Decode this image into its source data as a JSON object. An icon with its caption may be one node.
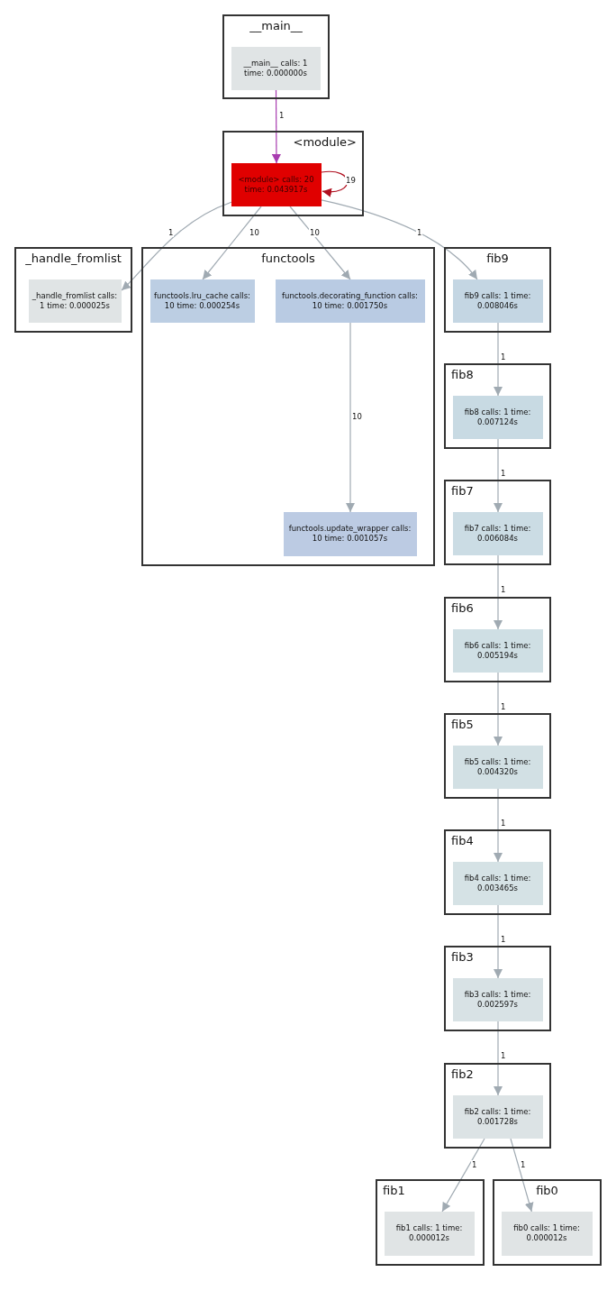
{
  "diagram": {
    "nodes": [
      {
        "text": [
          "__main__"
        ]
      },
      {
        "text": [
          "__main__ calls: 1 time: 0.000000s"
        ],
        "in": 0
      },
      {
        "text": [
          "<module>"
        ]
      },
      {
        "text": [
          "<module> calls: 20 time: 0.043917s"
        ],
        "in": 2
      },
      {
        "text": [
          "_handle_fromlist"
        ]
      },
      {
        "text": [
          "_handle_fromlist calls: 1 time: 0.000025s"
        ],
        "in": 4
      },
      {
        "text": [
          "functools"
        ]
      },
      {
        "text": [
          "functools.lru_cache calls: 10 time: 0.000254s"
        ],
        "in": 6
      },
      {
        "text": [
          "functools.decorating_function calls: 10 time: 0.001750s"
        ],
        "in": 6
      },
      {
        "text": [
          "functools.update_wrapper calls: 10 time: 0.001057s"
        ],
        "in": 6
      },
      {
        "text": [
          "fib9"
        ]
      },
      {
        "text": [
          "fib9 calls: 1 time: 0.008046s"
        ],
        "in": 10
      },
      {
        "text": [
          "fib8"
        ]
      },
      {
        "text": [
          "fib8 calls: 1 time: 0.007124s"
        ],
        "in": 12
      },
      {
        "text": [
          "fib7"
        ]
      },
      {
        "text": [
          "fib7 calls: 1 time: 0.006084s"
        ],
        "in": 14
      },
      {
        "text": [
          "fib6"
        ]
      },
      {
        "text": [
          "fib6 calls: 1 time: 0.005194s"
        ],
        "in": 16
      },
      {
        "text": [
          "fib5"
        ]
      },
      {
        "text": [
          "fib5 calls: 1 time: 0.004320s"
        ],
        "in": 18
      },
      {
        "text": [
          "fib4"
        ]
      },
      {
        "text": [
          "fib4 calls: 1 time: 0.003465s"
        ],
        "in": 20
      },
      {
        "text": [
          "fib3"
        ]
      },
      {
        "text": [
          "fib3 calls: 1 time: 0.002597s"
        ],
        "in": 22
      },
      {
        "text": [
          "fib2"
        ]
      },
      {
        "text": [
          "fib2 calls: 1 time: 0.001728s"
        ],
        "in": 24
      },
      {
        "text": [
          "fib1"
        ]
      },
      {
        "text": [
          "fib1 calls: 1 time: 0.000012s"
        ],
        "in": 26
      },
      {
        "text": [
          "fib0"
        ]
      },
      {
        "text": [
          "fib0 calls: 1 time: 0.000012s"
        ],
        "in": 28
      }
    ],
    "edges": [
      {
        "from": 1,
        "to": 3,
        "arrow": "to",
        "label": "1",
        "color": "#a83cb0"
      },
      {
        "from": 3,
        "to": 3,
        "arrow": "to",
        "label": "19",
        "color": "#b01020"
      },
      {
        "from": 3,
        "to": 5,
        "arrow": "to",
        "label": "1"
      },
      {
        "from": 3,
        "to": 7,
        "arrow": "to",
        "label": "10"
      },
      {
        "from": 3,
        "to": 8,
        "arrow": "to",
        "label": "10"
      },
      {
        "from": 3,
        "to": 11,
        "arrow": "to",
        "label": "1"
      },
      {
        "from": 8,
        "to": 9,
        "arrow": "to",
        "label": "10"
      },
      {
        "from": 11,
        "to": 13,
        "arrow": "to",
        "label": "1"
      },
      {
        "from": 13,
        "to": 15,
        "arrow": "to",
        "label": "1"
      },
      {
        "from": 15,
        "to": 17,
        "arrow": "to",
        "label": "1"
      },
      {
        "from": 17,
        "to": 19,
        "arrow": "to",
        "label": "1"
      },
      {
        "from": 19,
        "to": 21,
        "arrow": "to",
        "label": "1"
      },
      {
        "from": 21,
        "to": 23,
        "arrow": "to",
        "label": "1"
      },
      {
        "from": 23,
        "to": 25,
        "arrow": "to",
        "label": "1"
      },
      {
        "from": 25,
        "to": 27,
        "arrow": "to",
        "label": "1"
      },
      {
        "from": 25,
        "to": 29,
        "arrow": "to",
        "label": "1"
      }
    ]
  }
}
